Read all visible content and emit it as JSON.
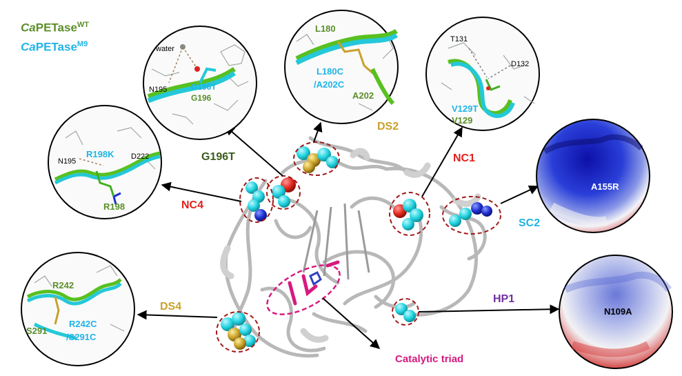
{
  "legend": {
    "wt": {
      "italic": "Ca",
      "name": "PETase",
      "sup": "WT",
      "color": "#5a8f2a"
    },
    "m9": {
      "italic": "Ca",
      "name": "PETase",
      "sup": "M9",
      "color": "#1fb4e6"
    }
  },
  "colors": {
    "wt_green": "#5a8f2a",
    "m9_cyan": "#1fb4e6",
    "red_label": "#e0201c",
    "gold_label": "#c9a12a",
    "purple_label": "#7030a0",
    "magenta": "#d61a7f",
    "sc2_label": "#1fb4e6"
  },
  "groups": {
    "g196t": {
      "label": "G196T",
      "color": "#3a5a1a"
    },
    "ds2": {
      "label": "DS2",
      "color": "#c9a12a"
    },
    "nc1": {
      "label": "NC1",
      "color": "#e0201c"
    },
    "nc4": {
      "label": "NC4",
      "color": "#e0201c"
    },
    "sc2": {
      "label": "SC2",
      "color": "#1fb4e6"
    },
    "hp1": {
      "label": "HP1",
      "color": "#7030a0"
    },
    "ds4": {
      "label": "DS4",
      "color": "#c9a12a"
    },
    "triad": {
      "label": "Catalytic triad",
      "color": "#d61a7f"
    }
  },
  "insets": {
    "g196t": {
      "water": "water",
      "n195": "N195",
      "mut": "G196T",
      "wt": "G196"
    },
    "ds2": {
      "wt1": "L180",
      "mut1": "L180C",
      "mut2": "/A202C",
      "wt2": "A202"
    },
    "nc1": {
      "t131": "T131",
      "d132": "D132",
      "mut": "V129T",
      "wt": "V129"
    },
    "nc4": {
      "n195": "N195",
      "mut": "R198K",
      "d222": "D222",
      "wt": "R198"
    },
    "ds4": {
      "wt1": "R242",
      "mut1": "R242C",
      "mut2": "/S291C",
      "wt2": "S291"
    },
    "sc2": {
      "mut": "A155R"
    },
    "hp1": {
      "mut": "N109A"
    }
  }
}
